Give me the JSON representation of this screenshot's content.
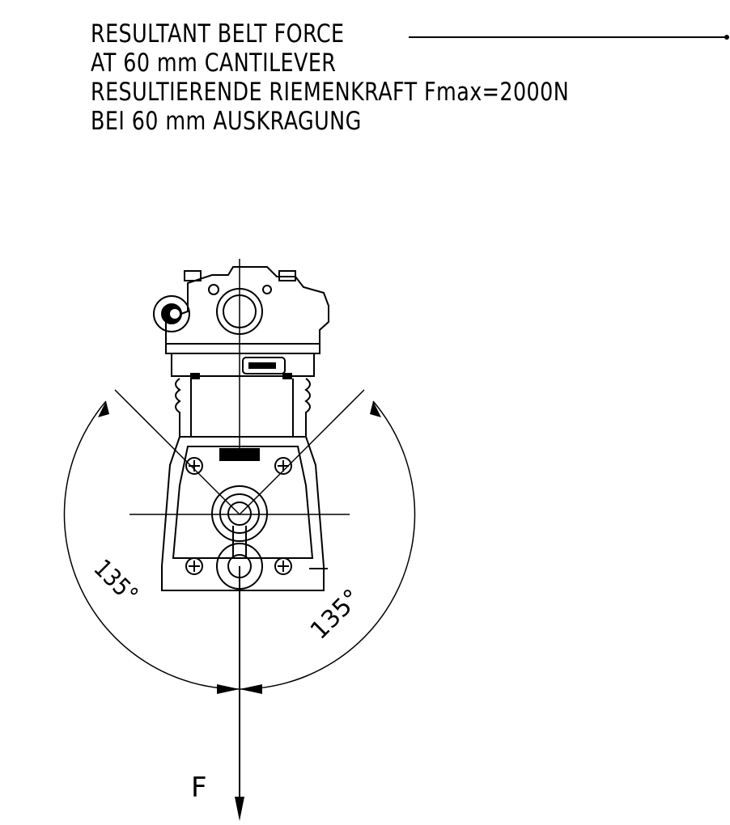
{
  "note": {
    "line1": "RESULTANT BELT FORCE",
    "line2": "AT 60 mm CANTILEVER",
    "line3": "RESULTIERENDE RIEMENKRAFT Fmax=2000N",
    "line4": "BEI 60 mm AUSKRAGUNG"
  },
  "angles": {
    "left": "135°",
    "right": "135°"
  },
  "force_label": "F"
}
